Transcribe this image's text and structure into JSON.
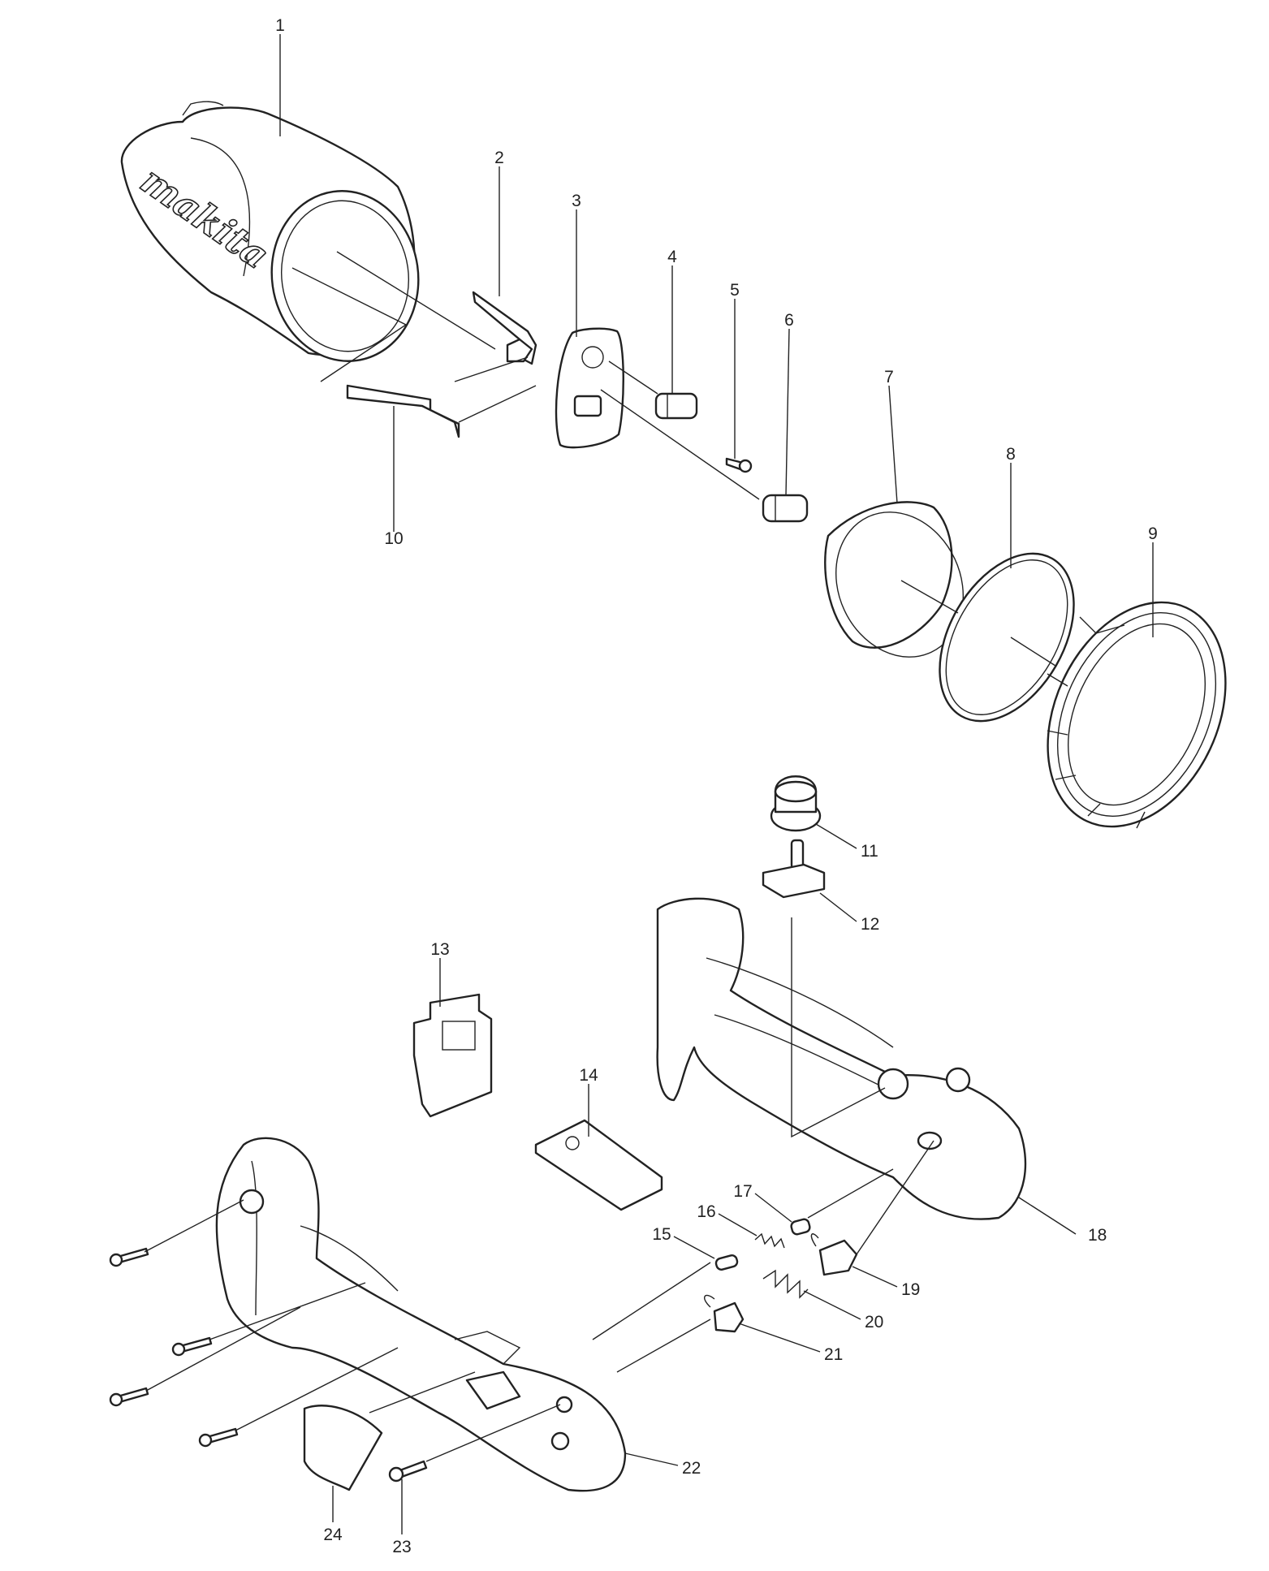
{
  "brand_logo": "makita",
  "callouts": [
    {
      "id": "callout-1",
      "label": "1"
    },
    {
      "id": "callout-2",
      "label": "2"
    },
    {
      "id": "callout-3",
      "label": "3"
    },
    {
      "id": "callout-4",
      "label": "4"
    },
    {
      "id": "callout-5",
      "label": "5"
    },
    {
      "id": "callout-6",
      "label": "6"
    },
    {
      "id": "callout-7",
      "label": "7"
    },
    {
      "id": "callout-8",
      "label": "8"
    },
    {
      "id": "callout-9",
      "label": "9"
    },
    {
      "id": "callout-10",
      "label": "10"
    },
    {
      "id": "callout-11",
      "label": "11"
    },
    {
      "id": "callout-12",
      "label": "12"
    },
    {
      "id": "callout-13",
      "label": "13"
    },
    {
      "id": "callout-14",
      "label": "14"
    },
    {
      "id": "callout-15",
      "label": "15"
    },
    {
      "id": "callout-16",
      "label": "16"
    },
    {
      "id": "callout-17",
      "label": "17"
    },
    {
      "id": "callout-18",
      "label": "18"
    },
    {
      "id": "callout-19",
      "label": "19"
    },
    {
      "id": "callout-20",
      "label": "20"
    },
    {
      "id": "callout-21",
      "label": "21"
    },
    {
      "id": "callout-22",
      "label": "22"
    },
    {
      "id": "callout-23",
      "label": "23"
    },
    {
      "id": "callout-24",
      "label": "24"
    }
  ]
}
